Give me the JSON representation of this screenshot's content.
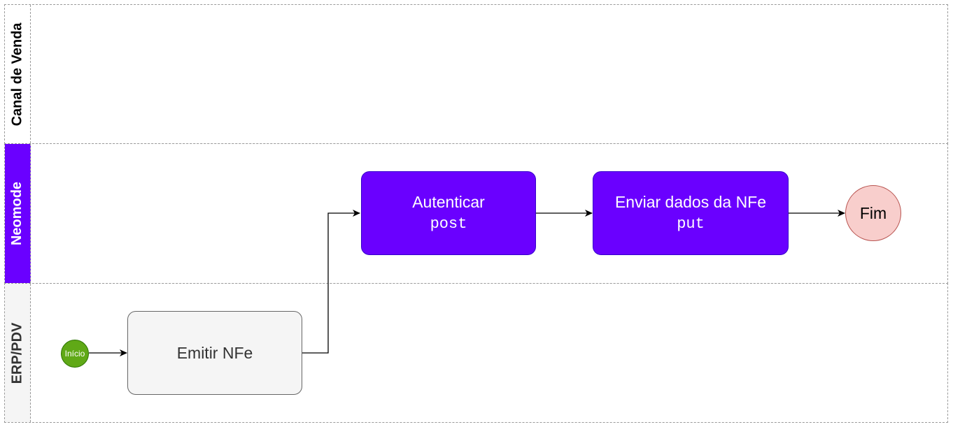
{
  "colors": {
    "neomode": "#6a00ff",
    "task_purple": "#6a00ff",
    "task_gray": "#f5f5f5",
    "start": "#60a917",
    "end": "#f8cecc",
    "end_border": "#b85450"
  },
  "lanes": [
    {
      "label": "Canal de Venda"
    },
    {
      "label": "Neomode"
    },
    {
      "label": "ERP/PDV"
    }
  ],
  "nodes": {
    "start": {
      "label": "Início"
    },
    "emitir": {
      "label": "Emitir NFe"
    },
    "autenticar": {
      "label": "Autenticar",
      "method": "post"
    },
    "enviar": {
      "label": "Enviar dados da NFe",
      "method": "put"
    },
    "fim": {
      "label": "Fim"
    }
  }
}
